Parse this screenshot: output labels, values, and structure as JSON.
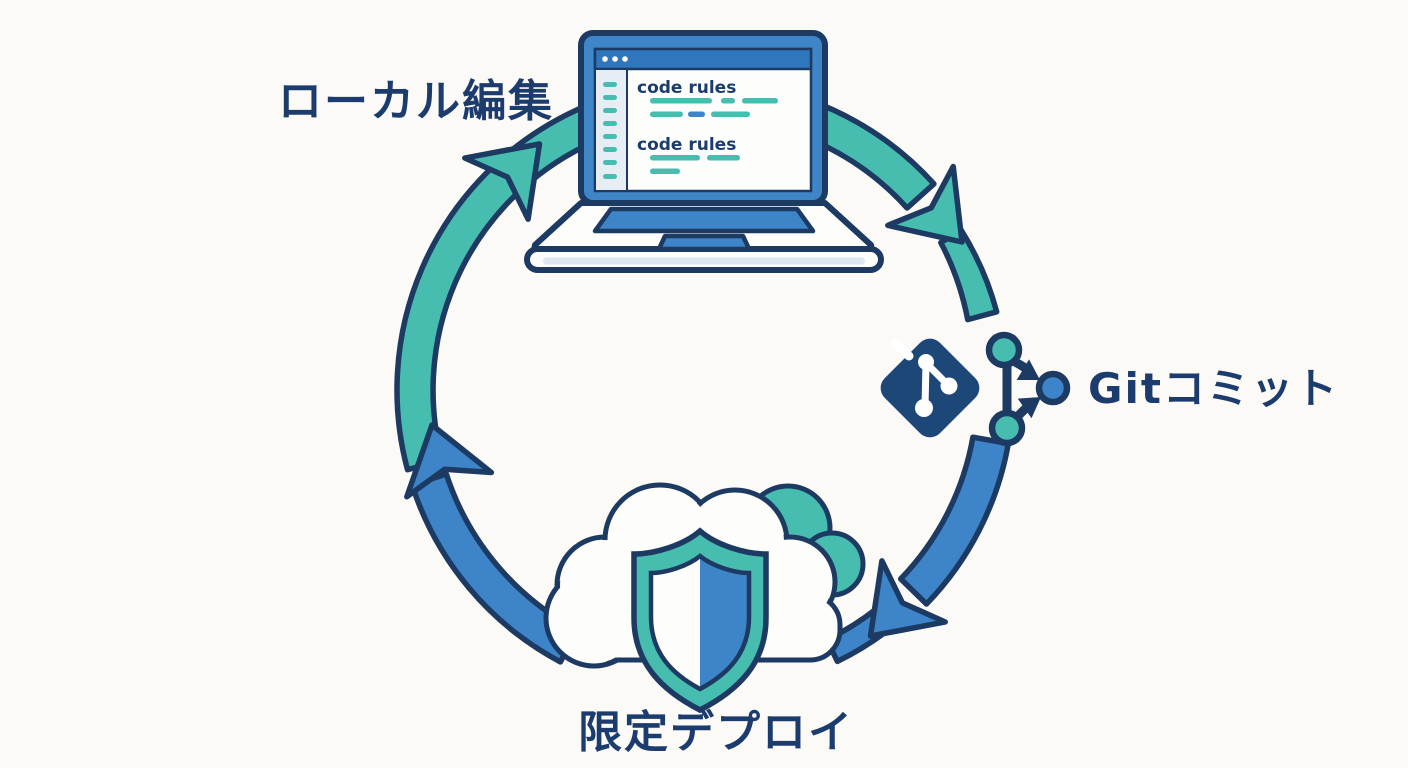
{
  "diagram_title": "",
  "background": "#fbfaf7",
  "palette": {
    "navy_outline": "#1d3a63",
    "navy_text": "#1d3c6e",
    "teal": "#47bdb0",
    "blue": "#3d85c8",
    "git_diamond_navy": "#1c4777",
    "laptop_frame_blue": "#3f86c8",
    "titlebar_blue": "#2f76bd",
    "sidebar_gray": "#e7edf4",
    "pale_blue_strip": "#dce7f2",
    "white": "#fdfdfb"
  },
  "cycle": {
    "direction": "clockwise",
    "steps": [
      {
        "id": "local-edit",
        "label": "ローカル編集",
        "icon": "laptop-code-icon"
      },
      {
        "id": "git-commit",
        "label": "Gitコミット",
        "icon": "git-branch-icon"
      },
      {
        "id": "limited-deploy",
        "label": "限定デプロイ",
        "icon": "cloud-shield-icon"
      }
    ]
  },
  "laptop_screen": {
    "window_dots": 3,
    "sidebar_dashes": 8,
    "code_blocks": [
      {
        "title": "code rules"
      },
      {
        "title": "code rules"
      }
    ]
  },
  "icons": {
    "laptop-code-icon": "laptop with code editor window",
    "git-branch-icon": "git diamond logo + commit merge graph",
    "cloud-shield-icon": "cloud with half-blue shield",
    "cycle-arrow": "curved arrow segment of circular flow"
  }
}
